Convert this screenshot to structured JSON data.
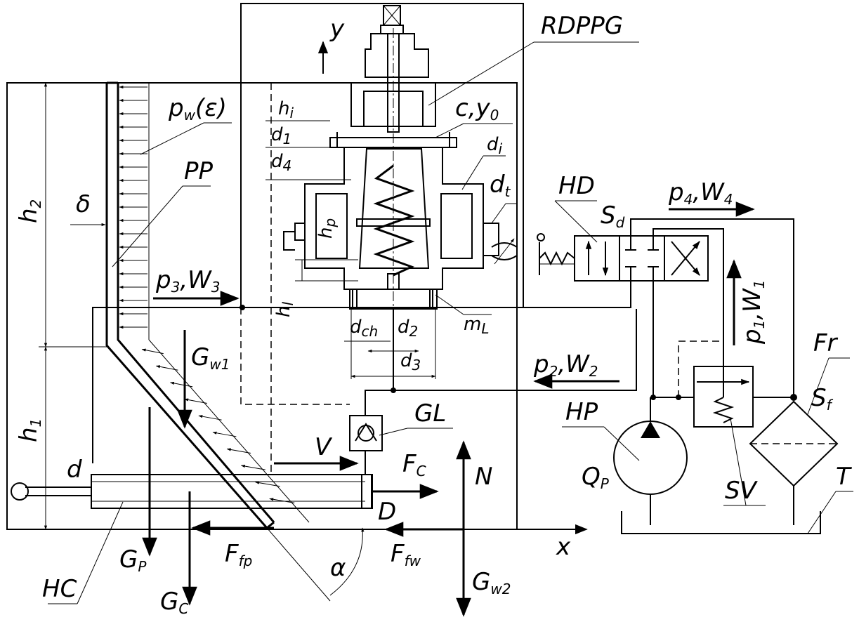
{
  "labels": {
    "rdppg": "RDPPG",
    "pw": "p",
    "pw_sub": "w",
    "pw_arg": "(ε)",
    "pp": "PP",
    "delta": "δ",
    "h2": "h",
    "h2_sub": "2",
    "h1": "h",
    "h1_sub": "1",
    "p3": "p",
    "p3_sub": "3",
    "w3": ",W",
    "w3_sub": "3",
    "gw1": "G",
    "gw1_sub": "w1",
    "hc": "HC",
    "gp": "G",
    "gp_sub": "P",
    "gc": "G",
    "gc_sub": "C",
    "ffp": "F",
    "ffp_sub": "fp",
    "alpha": "α",
    "ffw": "F",
    "ffw_sub": "fw",
    "gw2": "G",
    "gw2_sub": "w2",
    "d_rod": "d",
    "d_cyl": "D",
    "v": "V",
    "fc": "F",
    "fc_sub": "C",
    "n": "N",
    "x": "x",
    "y": "y",
    "gl": "GL",
    "hi": "h",
    "hi_sub": "i",
    "d1": "d",
    "d1_sub": "1",
    "d4": "d",
    "d4_sub": "4",
    "hp_small": "h",
    "hp_small_sub": "p",
    "hl": "h",
    "hl_sub": "l",
    "dch": "d",
    "dch_sub": "ch",
    "d2": "d",
    "d2_sub": "2",
    "d3": "d",
    "d3_sub": "3",
    "ml": "m",
    "ml_sub": "L",
    "cy0": "c,y",
    "cy0_sub": "0",
    "di": "d",
    "di_sub": "i",
    "dt": "d",
    "dt_sub": "t",
    "hd": "HD",
    "sd": "S",
    "sd_sub": "d",
    "p4": "p",
    "p4_sub": "4",
    "w4": ",W",
    "w4_sub": "4",
    "p1": "p",
    "p1_sub": "1",
    "w1": ",W",
    "w1_sub": "1",
    "p2": "p",
    "p2_sub": "2",
    "w2": ",W",
    "w2_sub": "2",
    "fr": "Fr",
    "sf": "S",
    "sf_sub": "f",
    "hp": "HP",
    "qp": "Q",
    "qp_sub": "P",
    "sv": "SV",
    "t": "T"
  }
}
